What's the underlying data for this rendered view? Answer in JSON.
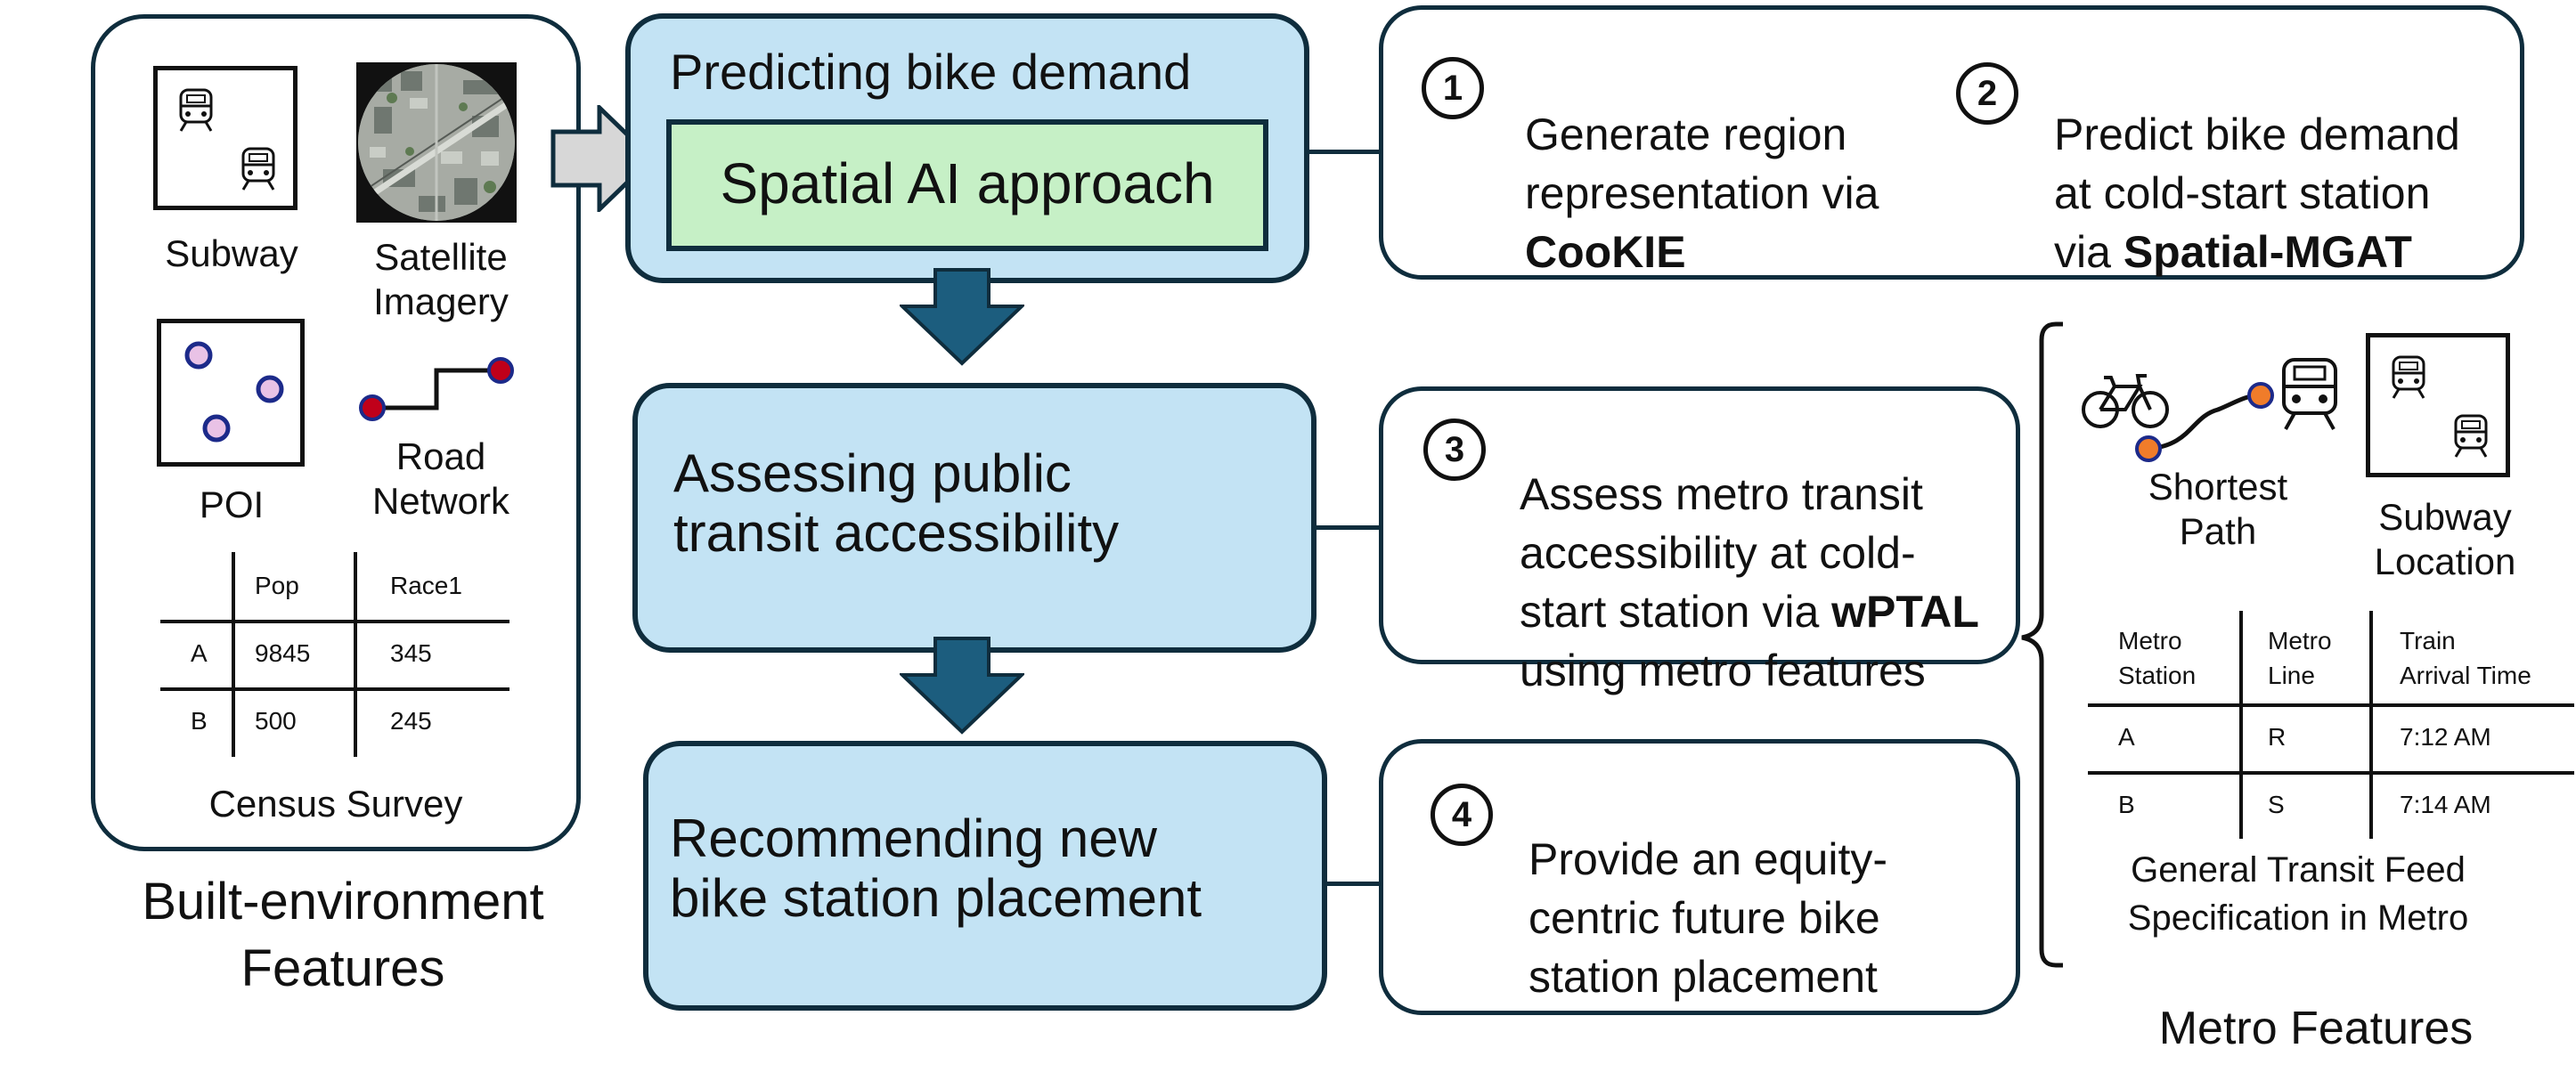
{
  "left_panel": {
    "subway_label": "Subway",
    "satellite_label": "Satellite\nImagery",
    "poi_label": "POI",
    "road_label": "Road\nNetwork",
    "census_table": {
      "headers": [
        "",
        "Pop",
        "Race1"
      ],
      "rows": [
        [
          "A",
          "9845",
          "345"
        ],
        [
          "B",
          "500",
          "245"
        ]
      ]
    },
    "census_label": "Census Survey",
    "caption": "Built-environment\nFeatures"
  },
  "stages": [
    {
      "title": "Predicting bike demand",
      "inner": "Spatial AI approach"
    },
    {
      "title": "Assessing public\ntransit accessibility"
    },
    {
      "title": "Recommending new\nbike station placement"
    }
  ],
  "steps": [
    {
      "num": "1",
      "pre": "Generate region\nrepresentation via\n",
      "bold": "CooKIE",
      "post": ""
    },
    {
      "num": "2",
      "pre": "Predict bike demand\nat cold-start station\nvia ",
      "bold": "Spatial-MGAT",
      "post": ""
    },
    {
      "num": "3",
      "pre": "Assess metro transit\naccessibility at cold-\nstart station via ",
      "bold": "wPTAL",
      "post": "\nusing metro features"
    },
    {
      "num": "4",
      "pre": "Provide an equity-\ncentric future bike\nstation placement",
      "bold": "",
      "post": ""
    }
  ],
  "right_panel": {
    "path_label": "Shortest\nPath",
    "subway_label": "Subway\nLocation",
    "gtfs_table": {
      "headers": [
        "Metro\nStation",
        "Metro\nLine",
        "Train\nArrival Time"
      ],
      "rows": [
        [
          "A",
          "R",
          "7:12 AM"
        ],
        [
          "B",
          "S",
          "7:14 AM"
        ]
      ]
    },
    "gtfs_label": "General Transit Feed\nSpecification in Metro",
    "caption": "Metro Features"
  },
  "colors": {
    "stage_fill": "#c3e3f4",
    "inner_fill": "#c6f0c6",
    "arrow_fill": "#1c5d7e",
    "outline": "#0f2d3d",
    "poi_dot": "#e9c2e6",
    "road_node": "#c0001a",
    "path_node": "#f07c2a",
    "input_arrow": "#d7d7d7"
  }
}
